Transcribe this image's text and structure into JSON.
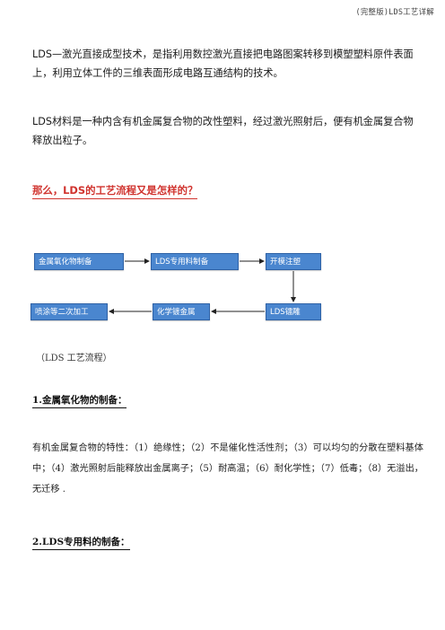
{
  "header": {
    "title": "(完整版)LDS工艺详解"
  },
  "intro": {
    "p1": "LDS—激光直接成型技术，是指利用数控激光直接把电路图案转移到模塑塑料原件表面上，利用立体工件的三维表面形成电路互通结构的技术。",
    "p2": "LDS材料是一种内含有机金属复合物的改性塑料，经过激光照射后，便有机金属复合物释放出粒子。"
  },
  "question": "那么，LDS的工艺流程又是怎样的？",
  "flow": {
    "steps": [
      "金属氧化物制备",
      "LDS专用料制备",
      "开模注塑",
      "LDS镭雕",
      "化学镀金属",
      "喷涂等二次加工"
    ],
    "box_color": "#4a86cf"
  },
  "caption": "（LDS 工艺流程）",
  "section1": {
    "heading": "1.金属氧化物的制备：",
    "body": "有机金属复合物的特性：（1）绝缘性；（2）不是催化性活性剂；（3）可以均匀的分散在塑料基体中；（4）激光照射后能释放出金属离子；（5）耐高温；（6）耐化学性；（7）低毒；（8）无溢出，无迁移 ."
  },
  "section2": {
    "heading": "2.LDS专用料的制备："
  }
}
